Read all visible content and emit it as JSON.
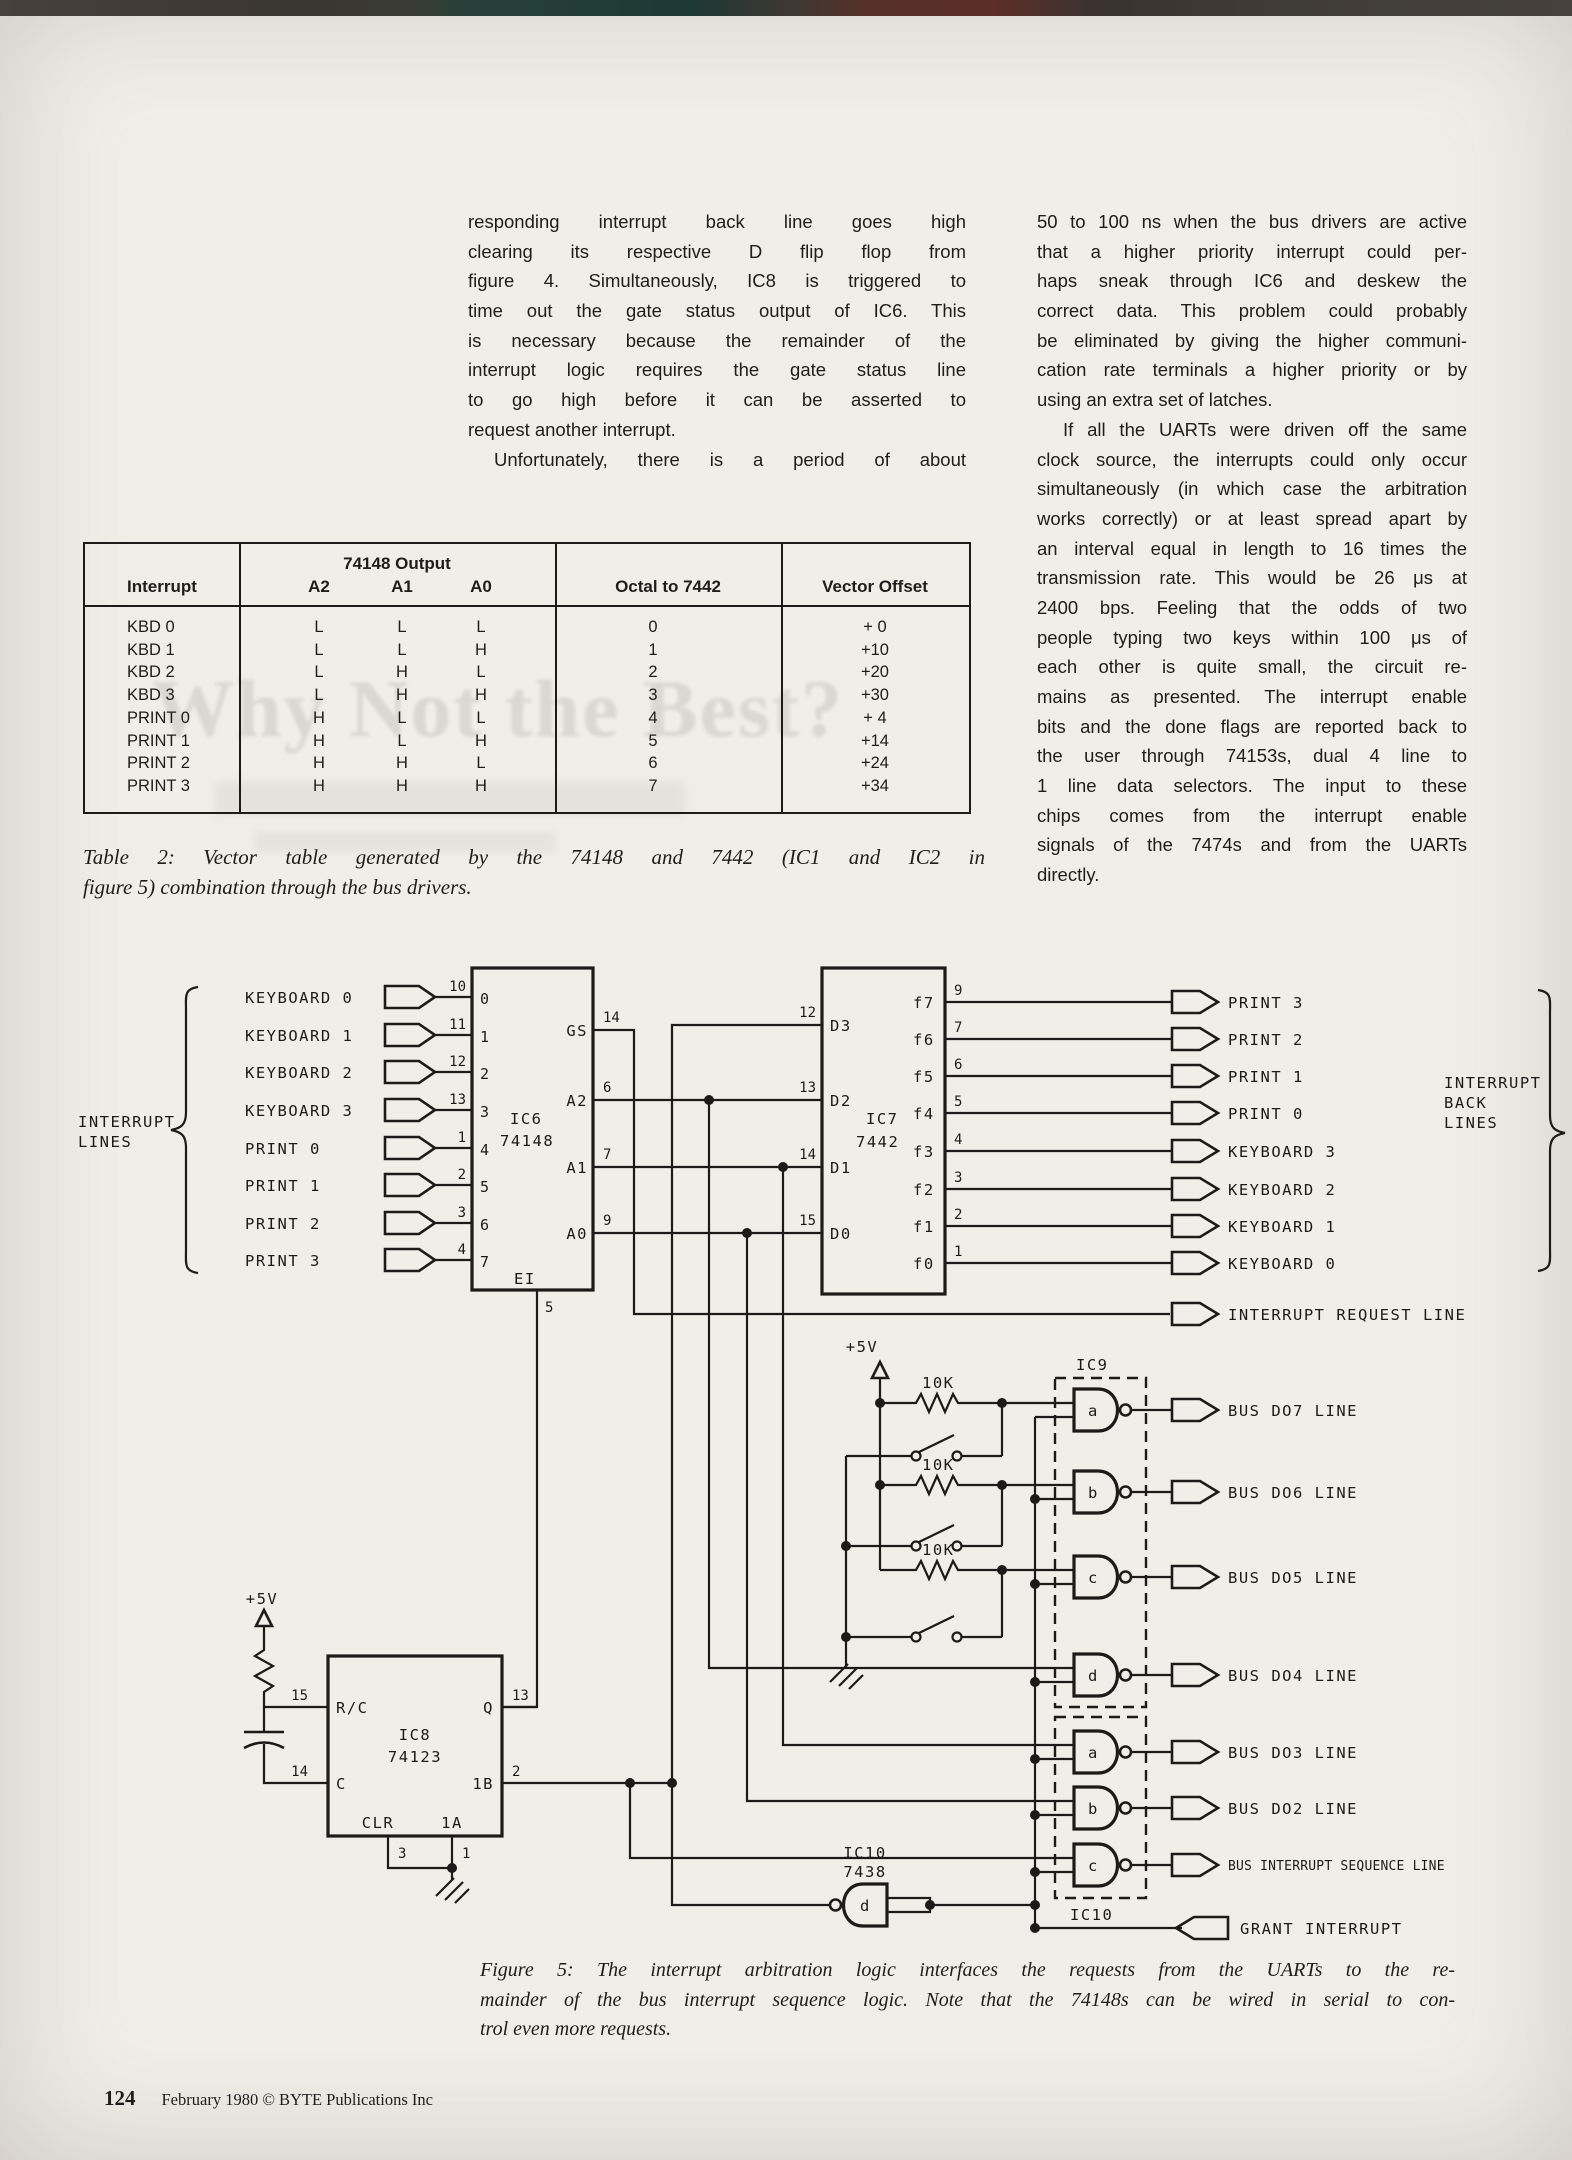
{
  "page": {
    "footer_page_number": "124",
    "footer_text": "February 1980 © BYTE Publications Inc"
  },
  "ghost": {
    "headline": "Why Not the Best?"
  },
  "columns": {
    "left": {
      "lines": [
        {
          "text": "responding interrupt back line goes high"
        },
        {
          "text": "clearing its respective D flip flop from"
        },
        {
          "text": "figure 4. Simultaneously, IC8 is triggered to"
        },
        {
          "text": "time out the gate status output of IC6. This"
        },
        {
          "text": "is necessary because the remainder of the"
        },
        {
          "text": "interrupt logic requires the gate status line"
        },
        {
          "text": "to go high before it can be asserted to"
        },
        {
          "text": "request another interrupt.",
          "end": true
        },
        {
          "text": "Unfortunately, there is a period of about",
          "indent": true
        }
      ]
    },
    "right": {
      "lines": [
        {
          "text": "50 to 100 ns when the bus drivers are active"
        },
        {
          "text": "that a higher priority interrupt could per-"
        },
        {
          "text": "haps sneak through IC6 and deskew the"
        },
        {
          "text": "correct data. This problem could probably"
        },
        {
          "text": "be eliminated by giving the higher communi-"
        },
        {
          "text": "cation rate terminals a higher priority or by"
        },
        {
          "text": "using an extra set of latches.",
          "end": true
        },
        {
          "text": "If all the UARTs were driven off the same",
          "indent": true
        },
        {
          "text": "clock source, the interrupts could only occur"
        },
        {
          "text": "simultaneously (in which case the arbitration"
        },
        {
          "text": "works correctly) or at least spread apart by"
        },
        {
          "text": "an interval equal in length to 16 times the"
        },
        {
          "text": "transmission rate. This would be 26 μs at"
        },
        {
          "text": "2400 bps. Feeling that the odds of two"
        },
        {
          "text": "people typing two keys within 100 μs of"
        },
        {
          "text": "each other is quite small, the circuit re-"
        },
        {
          "text": "mains as presented. The interrupt enable"
        },
        {
          "text": "bits and the done flags are reported back to"
        },
        {
          "text": "the user through 74153s, dual 4 line to"
        },
        {
          "text": "1 line data selectors. The input to these"
        },
        {
          "text": "chips comes from the interrupt enable"
        },
        {
          "text": "signals of the 7474s and from the UARTs"
        },
        {
          "text": "directly.",
          "end": true
        }
      ]
    }
  },
  "table": {
    "header": {
      "interrupt": "Interrupt",
      "group": "74148 Output",
      "a2": "A2",
      "a1": "A1",
      "a0": "A0",
      "octal": "Octal to 7442",
      "vector": "Vector Offset"
    },
    "rows": [
      {
        "interrupt": "KBD 0",
        "a2": "L",
        "a1": "L",
        "a0": "L",
        "octal": "0",
        "offset": "+ 0"
      },
      {
        "interrupt": "KBD 1",
        "a2": "L",
        "a1": "L",
        "a0": "H",
        "octal": "1",
        "offset": "+10"
      },
      {
        "interrupt": "KBD 2",
        "a2": "L",
        "a1": "H",
        "a0": "L",
        "octal": "2",
        "offset": "+20"
      },
      {
        "interrupt": "KBD 3",
        "a2": "L",
        "a1": "H",
        "a0": "H",
        "octal": "3",
        "offset": "+30"
      },
      {
        "interrupt": "PRINT 0",
        "a2": "H",
        "a1": "L",
        "a0": "L",
        "octal": "4",
        "offset": "+ 4"
      },
      {
        "interrupt": "PRINT 1",
        "a2": "H",
        "a1": "L",
        "a0": "H",
        "octal": "5",
        "offset": "+14"
      },
      {
        "interrupt": "PRINT 2",
        "a2": "H",
        "a1": "H",
        "a0": "L",
        "octal": "6",
        "offset": "+24"
      },
      {
        "interrupt": "PRINT 3",
        "a2": "H",
        "a1": "H",
        "a0": "H",
        "octal": "7",
        "offset": "+34"
      }
    ],
    "caption_lines": [
      {
        "text": "Table 2: Vector table generated by the 74148 and 7442 (IC1 and IC2 in"
      },
      {
        "text": "figure 5) combination through the bus drivers.",
        "end": true
      }
    ]
  },
  "figure": {
    "caption_lines": [
      {
        "text": "Figure 5: The interrupt arbitration logic interfaces the requests from the UARTs to the re-"
      },
      {
        "text": "mainder of the bus interrupt sequence logic. Note that the 74148s can be wired in serial to con-"
      },
      {
        "text": "trol even more requests.",
        "end": true
      }
    ]
  },
  "diagram": {
    "interrupt_lines_label": [
      "INTERRUPT",
      "LINES"
    ],
    "inputs": [
      "KEYBOARD 0",
      "KEYBOARD 1",
      "KEYBOARD 2",
      "KEYBOARD 3",
      "PRINT 0",
      "PRINT 1",
      "PRINT 2",
      "PRINT 3"
    ],
    "input_pins": [
      "10",
      "11",
      "12",
      "13",
      "1",
      "2",
      "3",
      "4"
    ],
    "ic6": {
      "name": "IC6",
      "part": "74148",
      "inside_numbers": [
        "0",
        "1",
        "2",
        "3",
        "4",
        "5",
        "6",
        "7"
      ],
      "outputs": [
        "GS",
        "A2",
        "A1",
        "A0"
      ],
      "output_pins": [
        "14",
        "6",
        "7",
        "9"
      ],
      "ei": "EI",
      "ei_pin": "5"
    },
    "ic7": {
      "name": "IC7",
      "part": "7442",
      "d_labels": [
        "D3",
        "D2",
        "D1",
        "D0"
      ],
      "d_pins": [
        "12",
        "13",
        "14",
        "15"
      ],
      "f_labels": [
        "f7",
        "f6",
        "f5",
        "f4",
        "f3",
        "f2",
        "f1",
        "f0"
      ],
      "f_pins": [
        "9",
        "7",
        "6",
        "5",
        "4",
        "3",
        "2",
        "1"
      ]
    },
    "back_lines": [
      "PRINT 3",
      "PRINT 2",
      "PRINT 1",
      "PRINT 0",
      "KEYBOARD 3",
      "KEYBOARD 2",
      "KEYBOARD 1",
      "KEYBOARD 0"
    ],
    "back_lines_label": [
      "INTERRUPT",
      "BACK",
      "LINES"
    ],
    "interrupt_request_label": "INTERRUPT REQUEST LINE",
    "plus5v": "+5V",
    "resistors": [
      "10K",
      "10K",
      "10K"
    ],
    "ic9": {
      "name": "IC9",
      "gates": [
        "a",
        "b",
        "c",
        "d"
      ],
      "outputs": [
        "BUS DO7 LINE",
        "BUS DO6 LINE",
        "BUS DO5 LINE",
        "BUS DO4 LINE"
      ]
    },
    "ic10": {
      "name": "IC10",
      "gates": [
        "a",
        "b",
        "c"
      ],
      "outputs": [
        "BUS DO3 LINE",
        "BUS DO2 LINE",
        "BUS INTERRUPT SEQUENCE LINE"
      ]
    },
    "ic10d": {
      "name": "IC10",
      "part": "7438",
      "gate": "d"
    },
    "grant_label": "GRANT INTERRUPT",
    "ic8": {
      "name": "IC8",
      "part": "74123",
      "plus5v": "+5V",
      "pin_rc": "R/C",
      "pin_rc_num": "15",
      "pin_c": "C",
      "pin_c_num": "14",
      "pin_q": "Q",
      "pin_q_num": "13",
      "pin_1b": "1B",
      "pin_1b_num": "2",
      "pin_clr": "CLR",
      "pin_clr_num": "3",
      "pin_1a": "1A",
      "pin_1a_num": "1"
    }
  }
}
